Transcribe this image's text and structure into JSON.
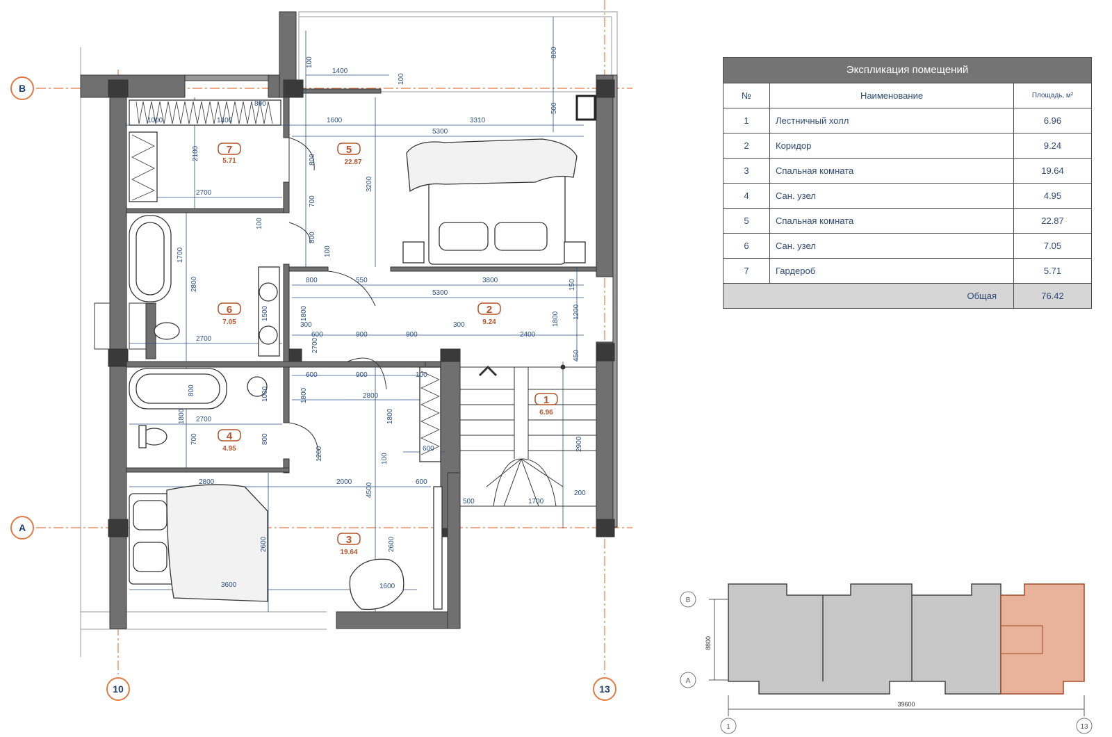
{
  "axes": {
    "row_top": "В",
    "row_bottom": "А",
    "col_left": "10",
    "col_right": "13"
  },
  "rooms": [
    {
      "num": "1",
      "area": "6.96"
    },
    {
      "num": "2",
      "area": "9.24"
    },
    {
      "num": "3",
      "area": "19.64"
    },
    {
      "num": "4",
      "area": "4.95"
    },
    {
      "num": "5",
      "area": "22.87"
    },
    {
      "num": "6",
      "area": "7.05"
    },
    {
      "num": "7",
      "area": "5.71"
    }
  ],
  "dimensions": {
    "d1400a": "1400",
    "d100a": "100",
    "d800a": "800",
    "d100b": "100",
    "d1000": "1000",
    "d1400b": "1400",
    "d800b": "800",
    "d1600": "1600",
    "d3310": "3310",
    "d5300a": "5300",
    "d500a": "500",
    "d800c": "800",
    "d700a": "700",
    "d2100": "2100",
    "d2700a": "2700",
    "d3200": "3200",
    "d800d": "800",
    "d100c": "100",
    "d100d": "100",
    "d2700b": "2700",
    "d1700a": "1700",
    "d2800a": "2800",
    "d800e": "800",
    "d550": "550",
    "d3800": "3800",
    "d5300b": "5300",
    "d150": "150",
    "d1500": "1500",
    "d1800a": "1800",
    "d1200": "1200",
    "d300a": "300",
    "d600a": "600",
    "d900a": "900",
    "d900b": "900",
    "d300b": "300",
    "d2400": "2400",
    "d1800b": "1800",
    "d450": "450",
    "d2700c": "2700",
    "d600b": "600",
    "d900c": "900",
    "d100e": "100",
    "d1000b": "1000",
    "d2800b": "2800",
    "d800f": "800",
    "d1800c": "1800",
    "d2700d": "2700",
    "d1800d": "1800",
    "d700b": "700",
    "d800g": "800",
    "d1200b": "1200",
    "d100f": "100",
    "d600c": "600",
    "d2900": "2900",
    "d2800c": "2800",
    "d2000": "2000",
    "d600d": "600",
    "d4500": "4500",
    "d500b": "500",
    "d1700b": "1700",
    "d200": "200",
    "d2600a": "2600",
    "d2600b": "2600",
    "d3600": "3600",
    "d1600b": "1600"
  },
  "explication": {
    "title": "Экспликация помещений",
    "header": {
      "num": "№",
      "name": "Наименование",
      "area": "Площадь, м²"
    },
    "rows": [
      {
        "num": "1",
        "name": "Лестничный холл",
        "area": "6.96"
      },
      {
        "num": "2",
        "name": "Коридор",
        "area": "9.24"
      },
      {
        "num": "3",
        "name": "Спальная комната",
        "area": "19.64"
      },
      {
        "num": "4",
        "name": "Сан. узел",
        "area": "4.95"
      },
      {
        "num": "5",
        "name": "Спальная комната",
        "area": "22.87"
      },
      {
        "num": "6",
        "name": "Сан. узел",
        "area": "7.05"
      },
      {
        "num": "7",
        "name": "Гардероб",
        "area": "5.71"
      }
    ],
    "total_label": "Общая",
    "total_area": "76.42"
  },
  "keyplan": {
    "axis_b": "В",
    "axis_a": "А",
    "axis_1": "1",
    "axis_13": "13",
    "dim_height": "8800",
    "dim_width": "39600"
  },
  "colors": {
    "wall": "#707070",
    "axis_line": "#e07a43",
    "dim_line": "#2a4f86",
    "room_marker": "#b4532a",
    "highlight_unit": "#e8b39a",
    "keyplan_fill": "#c8c8c8"
  }
}
